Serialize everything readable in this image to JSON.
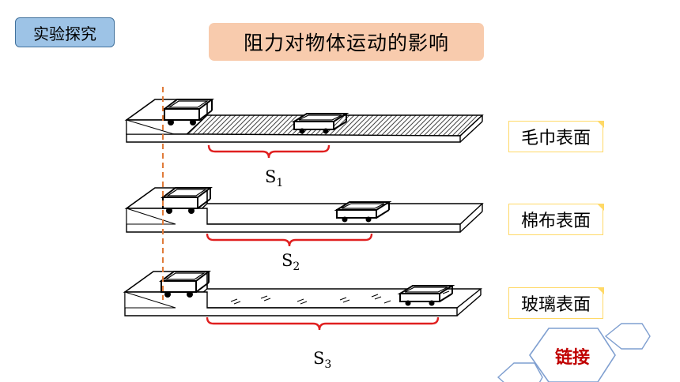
{
  "header": {
    "tag": "实验探究",
    "title": "阻力对物体运动的影响"
  },
  "surfaces": [
    {
      "label": "毛巾表面",
      "distance": "S",
      "subscript": "1"
    },
    {
      "label": "棉布表面",
      "distance": "S",
      "subscript": "2"
    },
    {
      "label": "玻璃表面",
      "distance": "S",
      "subscript": "3"
    }
  ],
  "link": {
    "label": "链接"
  },
  "colors": {
    "tag_bg": "#9dc3e6",
    "title_bg": "#f8cbad",
    "label_border": "#ffd966",
    "brace": "#e02020",
    "guide_line": "#e07b39",
    "link_text": "#c00000",
    "hex_outline": "#7f9fd0"
  }
}
